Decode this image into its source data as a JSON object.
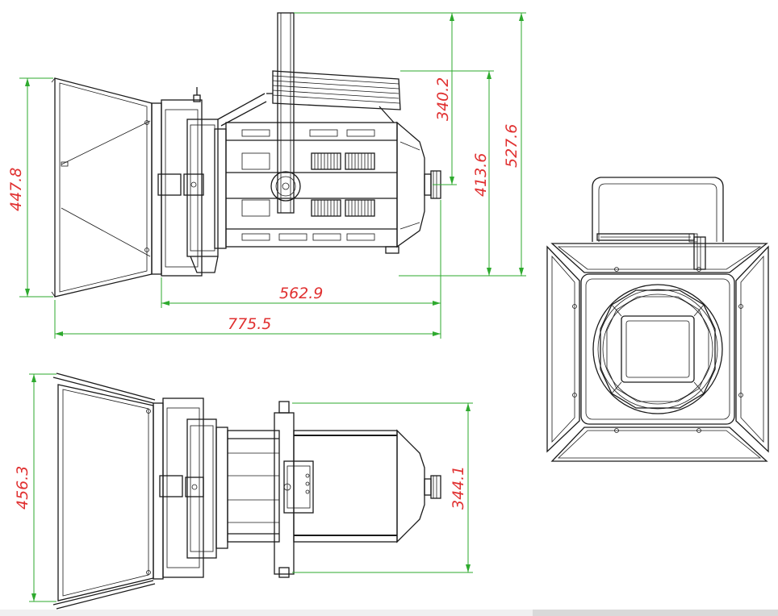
{
  "colors": {
    "line": "#1a1a1a",
    "dimension_line": "#2eaa2e",
    "dimension_text": "#e03030"
  },
  "dimensions": {
    "side_total_height": "527.6",
    "side_yoke_to_axis": "340.2",
    "side_body_height": "413.6",
    "side_barndoor_height": "447.8",
    "side_body_length": "562.9",
    "side_total_length": "775.5",
    "top_barndoor_width": "456.3",
    "top_body_width": "344.1"
  }
}
